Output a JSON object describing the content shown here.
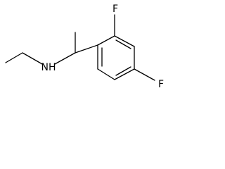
{
  "structure": {
    "atoms": {
      "amine": "NH",
      "fluorine_ortho": "F",
      "fluorine_para": "F"
    }
  }
}
